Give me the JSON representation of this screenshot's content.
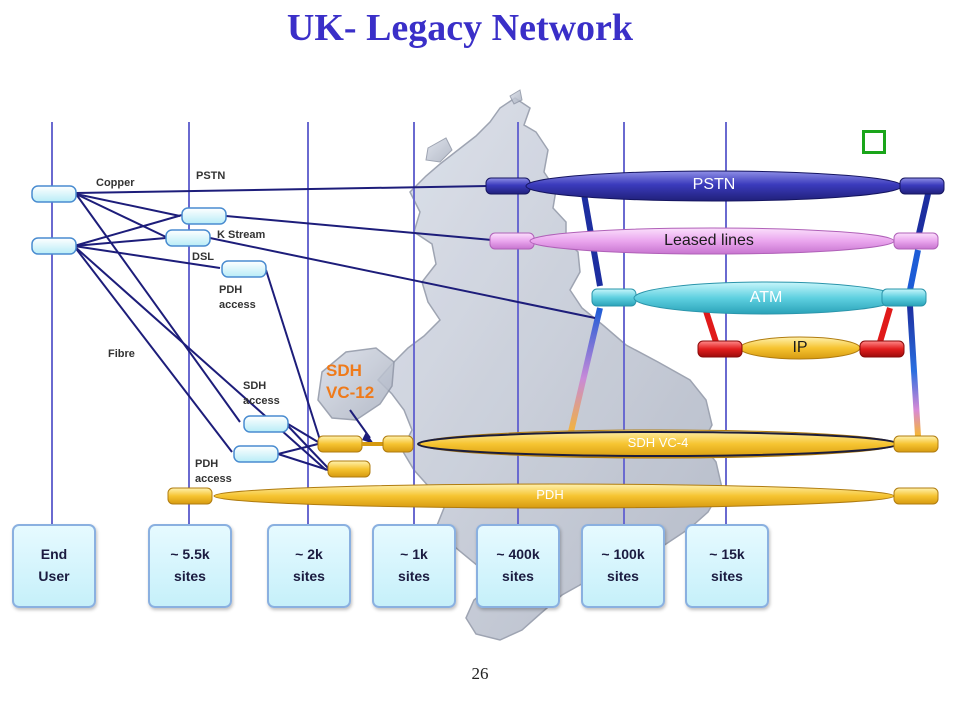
{
  "title": "UK- Legacy Network",
  "page_number": "26",
  "network_layers": {
    "pstn": "PSTN",
    "leased_lines": "Leased lines",
    "atm": "ATM",
    "ip": "IP",
    "sdh_vc4": "SDH VC-4",
    "pdh": "PDH"
  },
  "annotations": {
    "sdh_vc12": "SDH\nVC-12"
  },
  "access_labels": {
    "copper": "Copper",
    "pstn": "PSTN",
    "k_stream": "K Stream",
    "dsl": "DSL",
    "pdh_access_upper": "PDH\naccess",
    "fibre": "Fibre",
    "sdh_access": "SDH\naccess",
    "pdh_access_lower": "PDH\naccess"
  },
  "site_tiers": [
    "End\nUser",
    "~ 5.5k\nsites",
    "~ 2k\nsites",
    "~ 1k\nsites",
    "~ 400k\nsites",
    "~ 100k\nsites",
    "~ 15k\nsites"
  ],
  "colors": {
    "title": "#3a2fc8",
    "pstn": "#3a3ab8",
    "leased_lines": "#e9a6ec",
    "atm": "#5ed0e0",
    "ip": "#f5c030",
    "ip_nodes": "#e02020",
    "sdh": "#f5c030",
    "highlight": "#ef7a1a",
    "marker": "#1aa51a"
  }
}
